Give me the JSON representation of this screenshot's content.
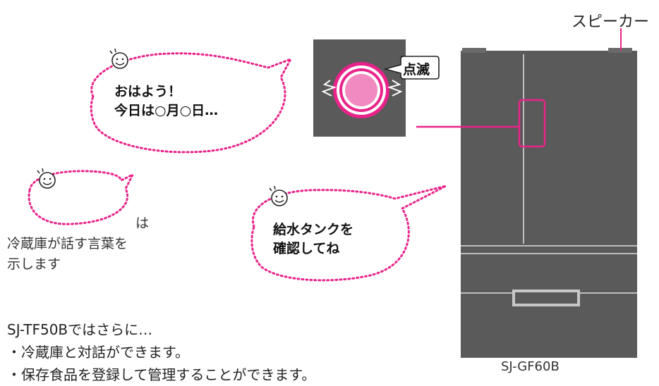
{
  "speaker_label": "スピーカー",
  "blink_label": "点滅",
  "bubble_greeting": [
    "おはよう！",
    "今日は○月○日…"
  ],
  "bubble_tank": [
    "給水タンクを",
    "確認してね"
  ],
  "legend": {
    "lead": "は",
    "lines": [
      "冷蔵庫が話す言葉を",
      "示します"
    ]
  },
  "features": {
    "intro": "SJ-TF50Bではさらに…",
    "items": [
      "・冷蔵庫と対話ができます。",
      "・保存食品を登録して管理することができます。"
    ]
  },
  "model_label": "SJ-GF60B",
  "colors": {
    "accent": "#e8238a",
    "fridge": "#5a5a5a",
    "fridge_line": "#c8c8c8",
    "light": "#f4a6cc"
  }
}
